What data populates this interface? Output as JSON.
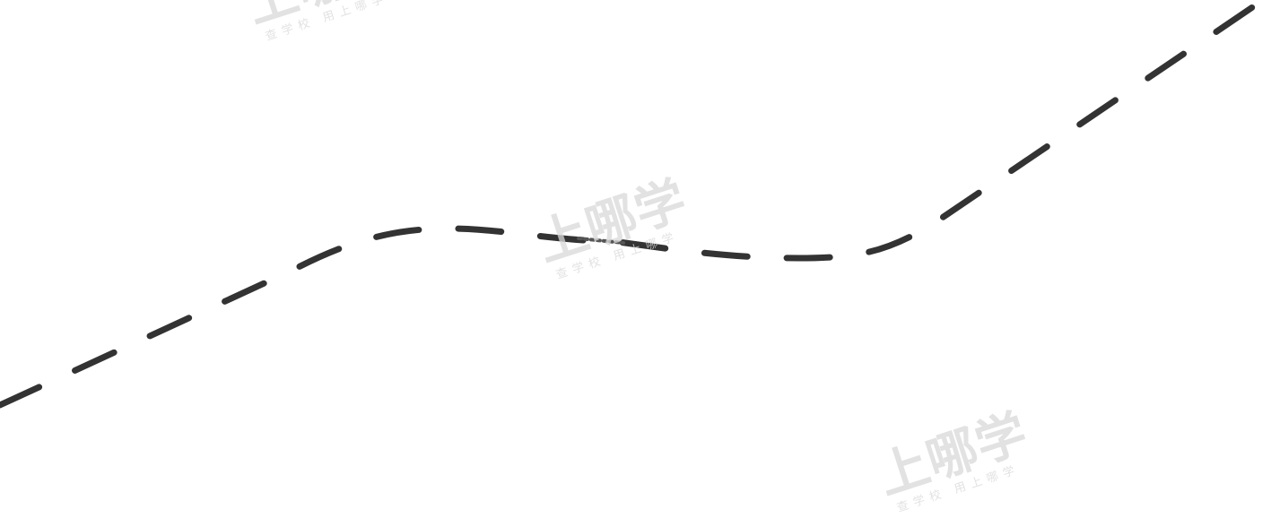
{
  "diagram": {
    "curve": {
      "kind": "dashed-wavy-curve",
      "stroke_color": "#333333"
    }
  },
  "watermarks": [
    {
      "text": "上哪学",
      "subtext": "查学校 用上哪学"
    },
    {
      "text": "上哪学",
      "subtext": "查学校 用上哪学"
    },
    {
      "text": "上哪学",
      "subtext": "查学校 用上哪学"
    }
  ]
}
